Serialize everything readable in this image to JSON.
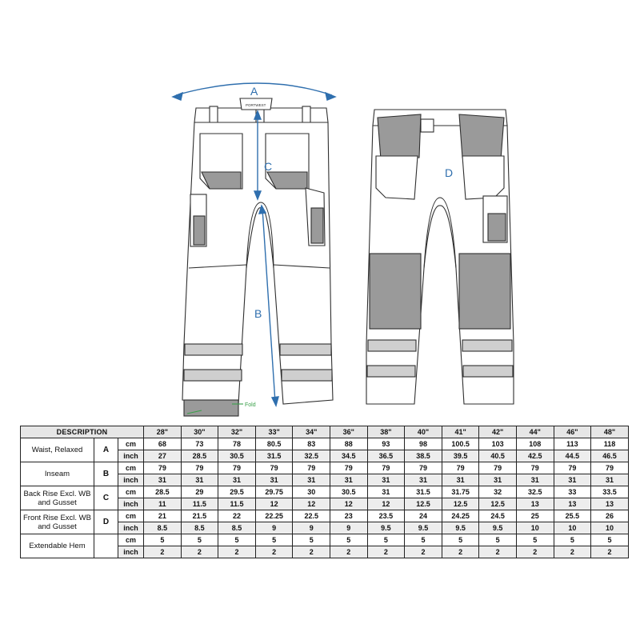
{
  "diagram": {
    "labels": {
      "a": "A",
      "b": "B",
      "c": "C",
      "d": "D",
      "fold": "Fold",
      "brand": "PORTWEST"
    },
    "colors": {
      "line": "#2f2f2f",
      "panel": "#9a9a9a",
      "measure": "#2f6fae",
      "fold": "#3aa04a"
    },
    "icons": {
      "measure": "arrow-icon",
      "fold": "line-icon"
    }
  },
  "table": {
    "header_label": "DESCRIPTION",
    "sizes": [
      "28\"",
      "30\"",
      "32\"",
      "33\"",
      "34\"",
      "36\"",
      "38\"",
      "40\"",
      "41\"",
      "42\"",
      "44\"",
      "46\"",
      "48\""
    ],
    "rows": [
      {
        "description": "Waist, Relaxed",
        "code": "A",
        "cm": [
          "68",
          "73",
          "78",
          "80.5",
          "83",
          "88",
          "93",
          "98",
          "100.5",
          "103",
          "108",
          "113",
          "118"
        ],
        "inch": [
          "27",
          "28.5",
          "30.5",
          "31.5",
          "32.5",
          "34.5",
          "36.5",
          "38.5",
          "39.5",
          "40.5",
          "42.5",
          "44.5",
          "46.5"
        ]
      },
      {
        "description": "Inseam",
        "code": "B",
        "cm": [
          "79",
          "79",
          "79",
          "79",
          "79",
          "79",
          "79",
          "79",
          "79",
          "79",
          "79",
          "79",
          "79"
        ],
        "inch": [
          "31",
          "31",
          "31",
          "31",
          "31",
          "31",
          "31",
          "31",
          "31",
          "31",
          "31",
          "31",
          "31"
        ]
      },
      {
        "description": "Back Rise Excl. WB and Gusset",
        "code": "C",
        "cm": [
          "28.5",
          "29",
          "29.5",
          "29.75",
          "30",
          "30.5",
          "31",
          "31.5",
          "31.75",
          "32",
          "32.5",
          "33",
          "33.5"
        ],
        "inch": [
          "11",
          "11.5",
          "11.5",
          "12",
          "12",
          "12",
          "12",
          "12.5",
          "12.5",
          "12.5",
          "13",
          "13",
          "13"
        ]
      },
      {
        "description": "Front Rise Excl. WB and Gusset",
        "code": "D",
        "cm": [
          "21",
          "21.5",
          "22",
          "22.25",
          "22.5",
          "23",
          "23.5",
          "24",
          "24.25",
          "24.5",
          "25",
          "25.5",
          "26"
        ],
        "inch": [
          "8.5",
          "8.5",
          "8.5",
          "9",
          "9",
          "9",
          "9.5",
          "9.5",
          "9.5",
          "9.5",
          "10",
          "10",
          "10"
        ]
      },
      {
        "description": "Extendable Hem",
        "code": "",
        "cm": [
          "5",
          "5",
          "5",
          "5",
          "5",
          "5",
          "5",
          "5",
          "5",
          "5",
          "5",
          "5",
          "5"
        ],
        "inch": [
          "2",
          "2",
          "2",
          "2",
          "2",
          "2",
          "2",
          "2",
          "2",
          "2",
          "2",
          "2",
          "2"
        ]
      }
    ],
    "units": {
      "cm": "cm",
      "inch": "inch"
    }
  }
}
